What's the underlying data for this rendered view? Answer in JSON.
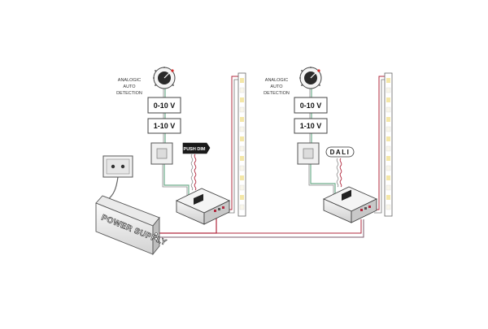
{
  "diagram": {
    "power_supply": {
      "label": "POWER SUPPLY"
    },
    "left_module": {
      "detection_label": [
        "ANALOGIC",
        "AUTO",
        "DETECTION"
      ],
      "voltage_1": "0-10 V",
      "voltage_2": "1-10 V",
      "bus_tag": "PUSH DIM"
    },
    "right_module": {
      "detection_label": [
        "ANALOGIC",
        "AUTO",
        "DETECTION"
      ],
      "voltage_1": "0-10 V",
      "voltage_2": "1-10 V",
      "bus_tag": "DALI"
    },
    "colors": {
      "wire_red": "#b1283e",
      "wire_green": "#6fae8c",
      "wire_gray": "#888888",
      "strip_warm": "#f4e7a8",
      "strip_cool": "#f9f6ea",
      "knob_red": "#d62b2b"
    }
  }
}
